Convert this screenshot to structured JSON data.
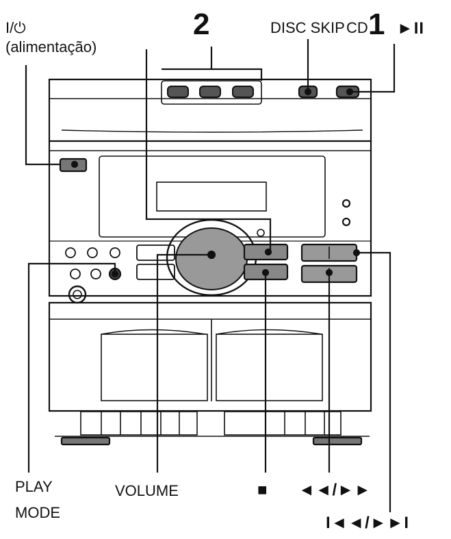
{
  "callouts": {
    "power_symbol": "I/⏻",
    "power_text": "(alimentação)",
    "step_2": "2",
    "disc_skip": "DISC SKIP",
    "cd": "CD",
    "step_1": "1",
    "play_pause": "►II",
    "play_mode_line1": "PLAY",
    "play_mode_line2": "MODE",
    "volume": "VOLUME",
    "stop": "■",
    "rew_ff": "◄◄/►►",
    "prev_next": "I◄◄/►►I"
  }
}
